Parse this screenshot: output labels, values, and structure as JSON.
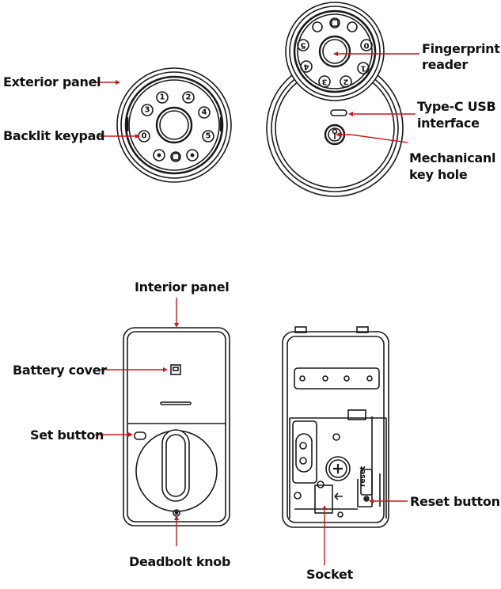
{
  "labels": {
    "exterior_panel": "Exterior panel",
    "backlit_keypad": "Backlit keypad",
    "fingerprint_reader_1": "Fingerprint",
    "fingerprint_reader_2": "reader",
    "type_c_1": "Type-C USB",
    "type_c_2": "interface",
    "key_hole_1": "Mechanicanl",
    "key_hole_2": "key hole",
    "interior_panel": "Interior panel",
    "battery_cover": "Battery cover",
    "set_button": "Set button",
    "reset_button": "Reset button",
    "deadbolt_knob": "Deadbolt knob",
    "socket": "Socket"
  },
  "keypad_front": [
    "1",
    "2",
    "3",
    "4",
    "0",
    "5"
  ],
  "keypad_back": [
    "5",
    "0",
    "1",
    "2",
    "3",
    "4"
  ],
  "reset_text": "reset",
  "colors": {
    "leader": "#c8191f",
    "outline": "#1a1a1a"
  }
}
